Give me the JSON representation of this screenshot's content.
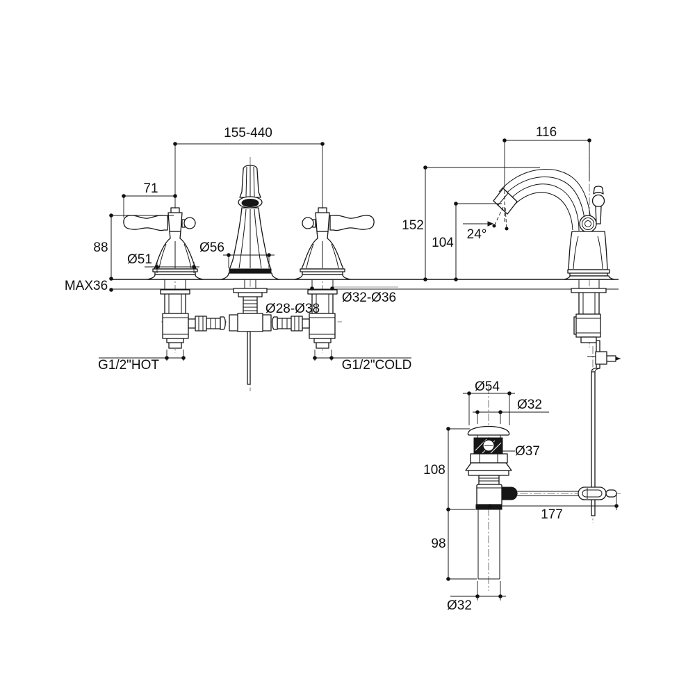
{
  "document": {
    "type": "technical dimension drawing",
    "subject": "3-hole widespread basin faucet with pop-up waste drain",
    "units": "mm"
  },
  "dims": {
    "spread": "155-440",
    "handle_reach": "71",
    "handle_height": "88",
    "deck_thickness": "MAX36",
    "handle_base_dia": "Ø51",
    "spout_base_dia": "Ø56",
    "deck_hole_dia": "Ø32-Ø36",
    "spout_hole_dia": "Ø28-Ø38",
    "hot_inlet": "G1/2\"HOT",
    "cold_inlet": "G1/2\"COLD",
    "spout_reach": "116",
    "spout_height": "152",
    "outlet_height": "104",
    "flow_angle": "24°",
    "drain_flange_dia": "Ø54",
    "drain_opening_dia": "Ø32",
    "drain_body_dia": "Ø37",
    "drain_upper_height": "108",
    "lever_rod_length": "177",
    "tailpipe_height": "98",
    "tailpipe_dia": "Ø32"
  }
}
